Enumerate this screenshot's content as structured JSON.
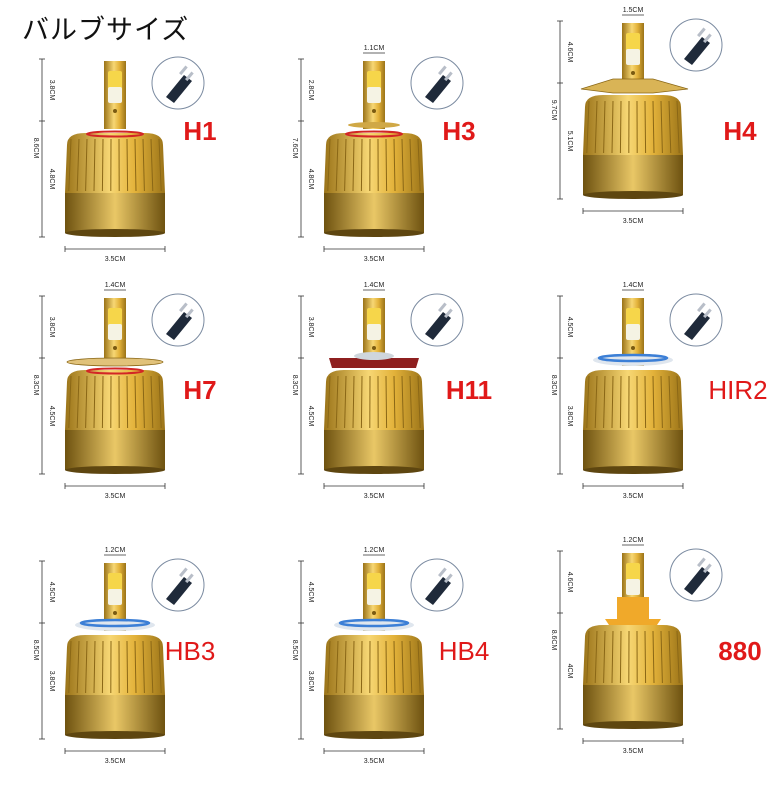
{
  "page": {
    "title": "バルブサイズ"
  },
  "colors": {
    "label_red": "#e01919",
    "gold": "#e3b23a",
    "gold_dark": "#9a7318",
    "led_yellow": "#f6d64a",
    "led_white": "#f5f3e4",
    "ring_red": "#d22626",
    "ring_blue": "#3c7fd6",
    "flange_maroon": "#8e1f1f"
  },
  "bulbs": [
    {
      "name": "H1",
      "style": "bold",
      "top": "",
      "height_upper": "3.8CM",
      "height_total": "8.6CM",
      "height_lower": "4.8CM",
      "bottom": "3.5CM",
      "connector": "h1-wire-connector-icon"
    },
    {
      "name": "H3",
      "style": "bold",
      "top": "1.1CM",
      "height_upper": "2.8CM",
      "height_total": "7.6CM",
      "height_lower": "4.8CM",
      "bottom": "3.5CM",
      "connector": "h3-wire-connector-icon"
    },
    {
      "name": "H4",
      "style": "bold",
      "top": "1.5CM",
      "height_upper": "4.6CM",
      "height_total": "9.7CM",
      "height_lower": "5.1CM",
      "bottom": "3.5CM",
      "connector": "h4-plug-icon"
    },
    {
      "name": "H7",
      "style": "bold",
      "top": "1.4CM",
      "height_upper": "3.8CM",
      "height_total": "8.3CM",
      "height_lower": "4.5CM",
      "bottom": "3.5CM",
      "connector": "h7-plug-icon"
    },
    {
      "name": "H11",
      "style": "bold",
      "top": "1.4CM",
      "height_upper": "3.8CM",
      "height_total": "8.3CM",
      "height_lower": "4.5CM",
      "bottom": "3.5CM",
      "connector": "h11-plug-icon"
    },
    {
      "name": "HIR2",
      "style": "thin",
      "top": "1.4CM",
      "height_upper": "4.5CM",
      "height_total": "8.3CM",
      "height_lower": "3.8CM",
      "bottom": "3.5CM",
      "connector": "hir2-plug-icon"
    },
    {
      "name": "HB3",
      "style": "thin",
      "top": "1.2CM",
      "height_upper": "4.5CM",
      "height_total": "8.5CM",
      "height_lower": "3.8CM",
      "bottom": "3.5CM",
      "connector": "hb3-plug-icon"
    },
    {
      "name": "HB4",
      "style": "thin",
      "top": "1.2CM",
      "height_upper": "4.5CM",
      "height_total": "8.5CM",
      "height_lower": "3.8CM",
      "bottom": "3.5CM",
      "connector": "hb4-plug-icon"
    },
    {
      "name": "880",
      "style": "bold",
      "top": "1.2CM",
      "height_upper": "4.6CM",
      "height_total": "8.6CM",
      "height_lower": "4CM",
      "bottom": "3.5CM",
      "connector": "880-plug-icon"
    }
  ]
}
